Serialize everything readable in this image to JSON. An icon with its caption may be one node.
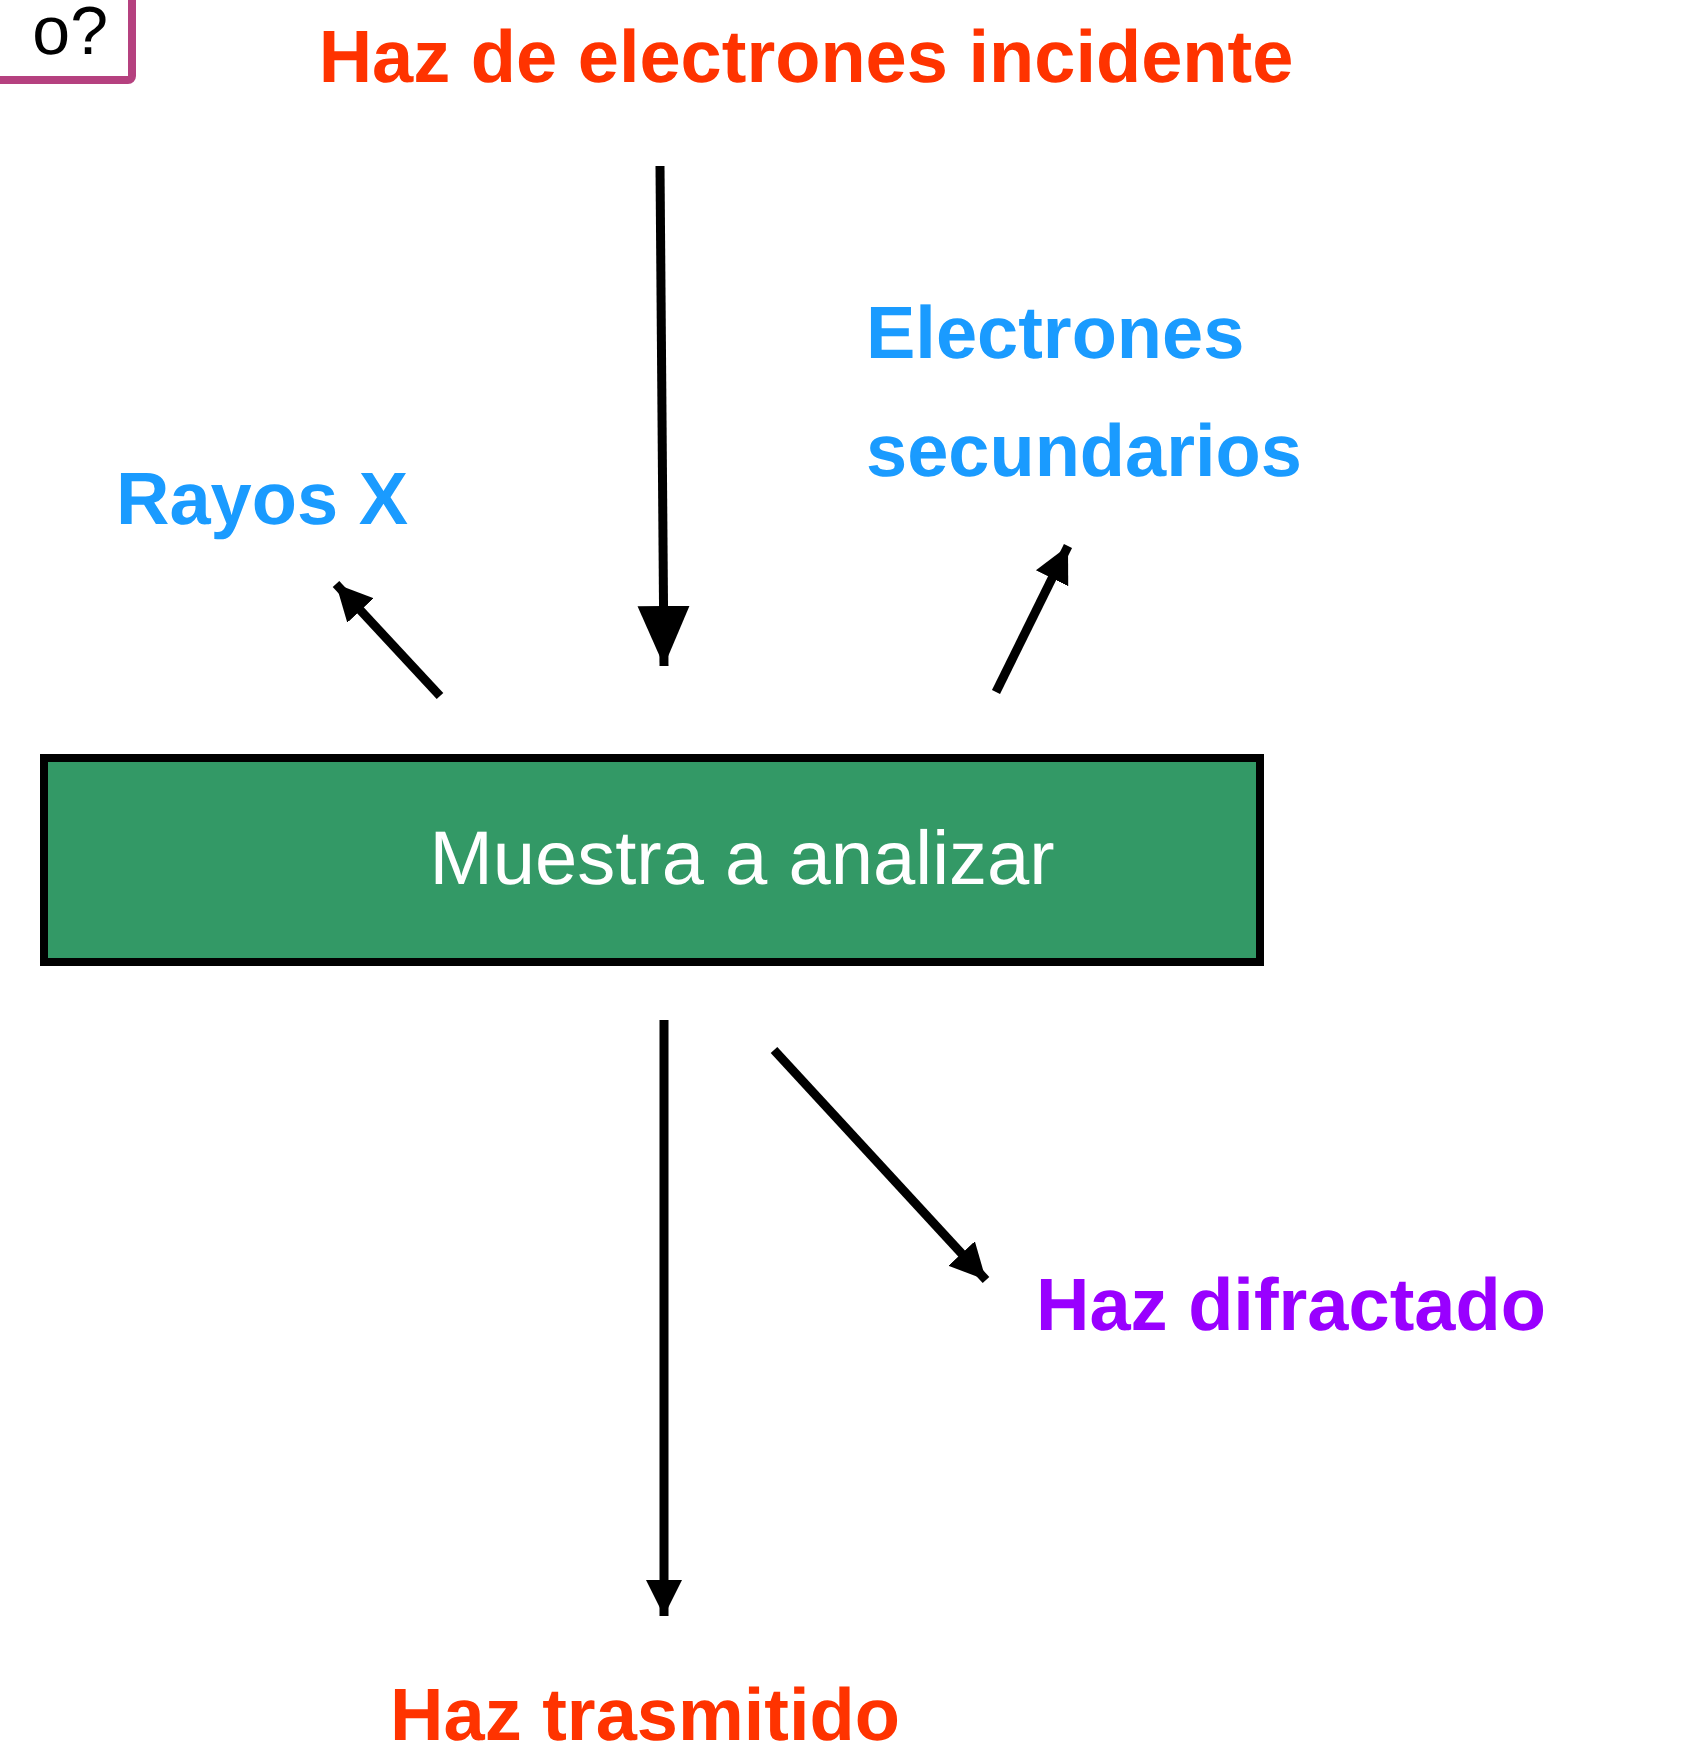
{
  "diagram": {
    "nodes": [
      {
        "text": [
          "o?"
        ]
      },
      {
        "text": [
          "Haz de electrones incidente"
        ]
      },
      {
        "text": [
          "Electrones secundarios"
        ]
      },
      {
        "text": [
          "Rayos X"
        ]
      },
      {
        "text": [
          "Muestra a analizar"
        ]
      },
      {
        "text": [
          "Haz difractado"
        ]
      },
      {
        "text": [
          "Haz trasmitido"
        ]
      }
    ],
    "edges": [
      {
        "from": 1,
        "to": 4,
        "arrow": "to"
      },
      {
        "from": 4,
        "to": 3,
        "arrow": "to"
      },
      {
        "from": 4,
        "to": 2,
        "arrow": "to"
      },
      {
        "from": 4,
        "to": 5,
        "arrow": "to"
      },
      {
        "from": 4,
        "to": 6,
        "arrow": "to"
      }
    ]
  }
}
